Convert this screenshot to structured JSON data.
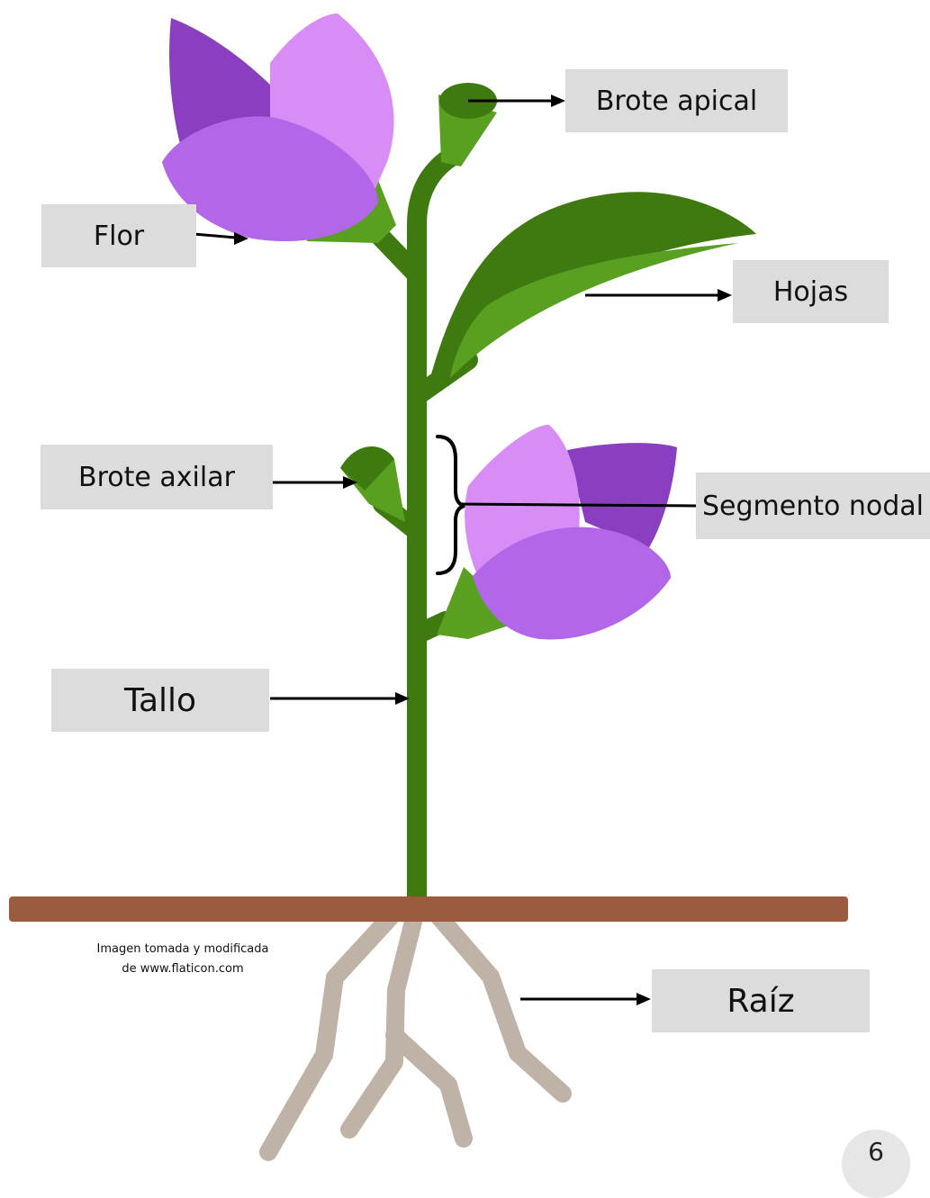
{
  "labels": {
    "brote_apical": "Brote apical",
    "flor": "Flor",
    "hojas": "Hojas",
    "brote_axilar": "Brote axilar",
    "segmento_nodal": "Segmento nodal",
    "tallo": "Tallo",
    "raiz": "Raíz"
  },
  "credit": {
    "line1": "Imagen tomada y modificada",
    "line2": "de www.flaticon.com"
  },
  "page_number": "6",
  "colors": {
    "stem": "#3f7a10",
    "leaf_dark": "#3f7a10",
    "leaf_light": "#5aa020",
    "petal_light": "#d88cf5",
    "petal_mid": "#b266e8",
    "petal_dark": "#8a3fc0",
    "soil": "#9a5b3e",
    "root": "#bfb3a8",
    "label_bg": "#dcdcdc"
  }
}
